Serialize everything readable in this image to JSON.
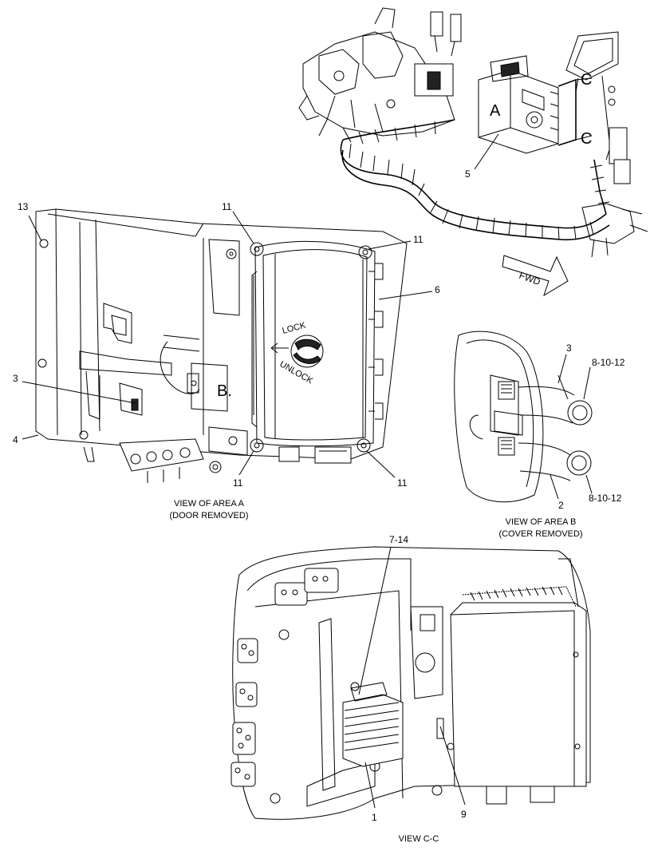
{
  "callouts": {
    "c1": "1",
    "c2": "2",
    "c3a": "3",
    "c3b": "3",
    "c4": "4",
    "c5": "5",
    "c6": "6",
    "c7_14": "7-14",
    "c8_10_12a": "8-10-12",
    "c8_10_12b": "8-10-12",
    "c9": "9",
    "c11a": "11",
    "c11b": "11",
    "c11c": "11",
    "c11d": "11",
    "c13": "13"
  },
  "area_letters": {
    "a": "A",
    "b": "B.",
    "c_top": "C",
    "c_bottom": "C"
  },
  "arrow": {
    "fwd": "FWD"
  },
  "captions": {
    "view_a_title": "VIEW OF AREA  A",
    "view_a_note": "(DOOR REMOVED)",
    "view_b_title": "VIEW OF AREA  B",
    "view_b_note": "(COVER REMOVED)",
    "view_cc": "VIEW C-C"
  },
  "knob_text": {
    "lock": "LOCK",
    "unlock": "UNLOCK"
  }
}
